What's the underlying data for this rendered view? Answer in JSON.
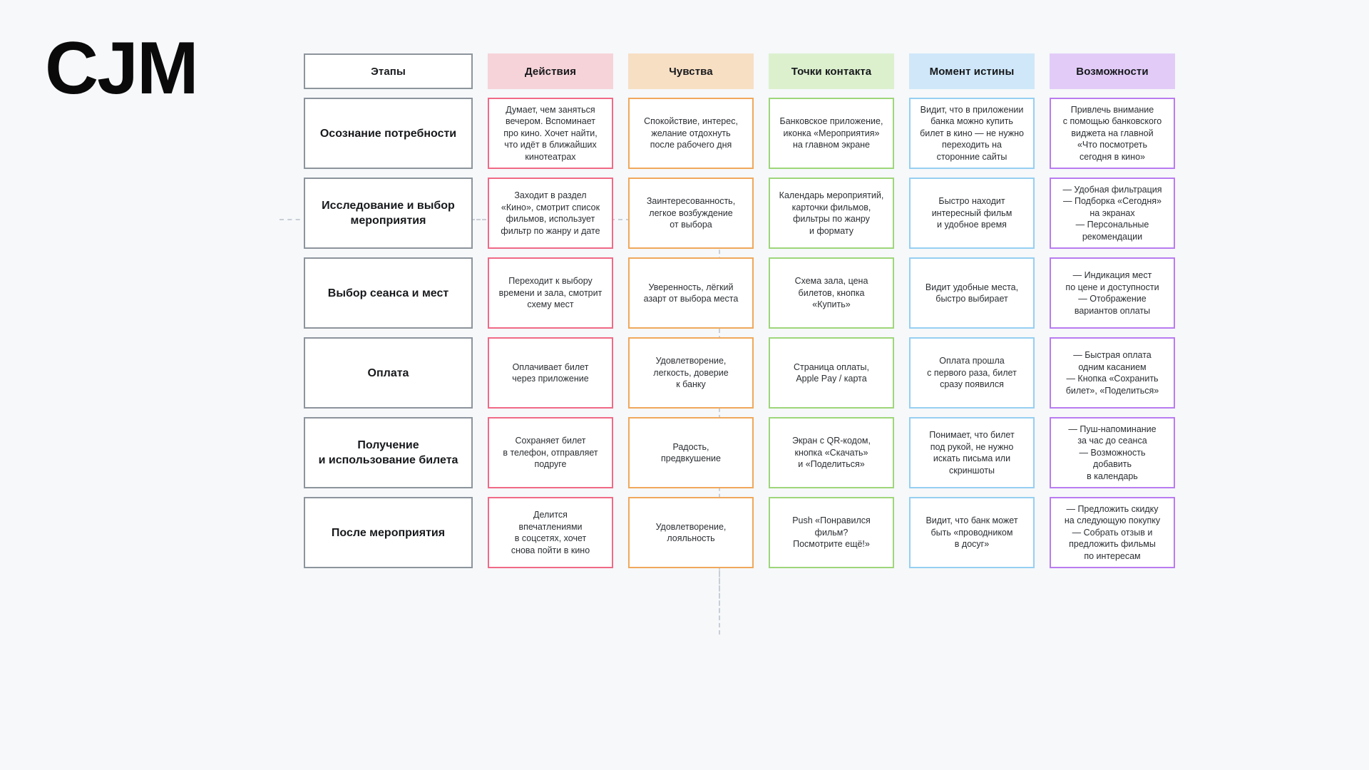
{
  "title": "CJM",
  "columns": [
    {
      "key": "stage",
      "label": "Этапы"
    },
    {
      "key": "act",
      "label": "Действия"
    },
    {
      "key": "feel",
      "label": "Чувства"
    },
    {
      "key": "touch",
      "label": "Точки контакта"
    },
    {
      "key": "truth",
      "label": "Момент истины"
    },
    {
      "key": "opp",
      "label": "Возможности"
    }
  ],
  "colors": {
    "background": "#f6f8fa",
    "stage_border": "#8d949c",
    "actions_header": "#f6d3d9",
    "actions_border": "#f06a86",
    "feelings_header": "#f7dfc4",
    "feelings_border": "#f0a85c",
    "touchpoints_header": "#dcf0ce",
    "touchpoints_border": "#9ed67a",
    "truth_header": "#cfe7f9",
    "truth_border": "#96cff2",
    "opportunities_header": "#e2ccf7",
    "opportunities_border": "#b97cf0",
    "dashed_line": "#c9ced6"
  },
  "rows": [
    {
      "stage": "Осознание потребности",
      "act": "Думает, чем заняться\nвечером. Вспоминает\nпро кино. Хочет найти,\nчто идёт в ближайших\nкинотеатрах",
      "feel": "Спокойствие, интерес,\nжелание отдохнуть\nпосле рабочего дня",
      "touch": "Банковское приложение,\nиконка «Мероприятия»\nна главном экране",
      "truth": "Видит, что в приложении\nбанка можно купить\nбилет в кино — не нужно\nпереходить на\nсторонние сайты",
      "opp": "Привлечь внимание\nс помощью банковского\nвиджета на главной\n«Что посмотреть\nсегодня в кино»"
    },
    {
      "stage": "Исследование и выбор\nмероприятия",
      "act": "Заходит в раздел\n«Кино», смотрит список\nфильмов, использует\nфильтр по жанру и дате",
      "feel": "Заинтересованность,\nлегкое возбуждение\nот выбора",
      "touch": "Календарь мероприятий,\nкарточки фильмов,\nфильтры по жанру\nи формату",
      "truth": "Быстро находит\nинтересный фильм\nи удобное время",
      "opp": "— Удобная фильтрация\n— Подборка «Сегодня»\nна экранах\n— Персональные\nрекомендации"
    },
    {
      "stage": "Выбор сеанса и мест",
      "act": "Переходит к выбору\nвремени и зала, смотрит\nсхему мест",
      "feel": "Уверенность, лёгкий\nазарт от выбора места",
      "touch": "Схема зала, цена\nбилетов, кнопка\n«Купить»",
      "truth": "Видит удобные места,\nбыстро выбирает",
      "opp": "— Индикация мест\nпо цене и доступности\n— Отображение\nвариантов оплаты"
    },
    {
      "stage": "Оплата",
      "act": "Оплачивает билет\nчерез приложение",
      "feel": "Удовлетворение,\nлегкость, доверие\nк банку",
      "touch": "Страница оплаты,\nApple Pay / карта",
      "truth": "Оплата прошла\nс первого раза, билет\nсразу появился",
      "opp": "— Быстрая оплата\nодним касанием\n— Кнопка «Сохранить\nбилет», «Поделиться»"
    },
    {
      "stage": "Получение\nи использование билета",
      "act": "Сохраняет билет\nв телефон, отправляет\nподруге",
      "feel": "Радость,\nпредвкушение",
      "touch": "Экран с QR-кодом,\nкнопка «Скачать»\nи «Поделиться»",
      "truth": "Понимает, что билет\nпод рукой, не нужно\nискать письма или\nскриншоты",
      "opp": "— Пуш-напоминание\nза час до сеанса\n— Возможность добавить\nв календарь"
    },
    {
      "stage": "После мероприятия",
      "act": "Делится\nвпечатлениями\nв соцсетях, хочет\nснова пойти в кино",
      "feel": "Удовлетворение,\nлояльность",
      "touch": "Push «Понравился\nфильм?\nПосмотрите ещё!»",
      "truth": "Видит, что банк может\nбыть «проводником\nв досуг»",
      "opp": "— Предложить скидку\nна следующую покупку\n— Собрать отзыв и\nпредложить фильмы\nпо интересам"
    }
  ]
}
